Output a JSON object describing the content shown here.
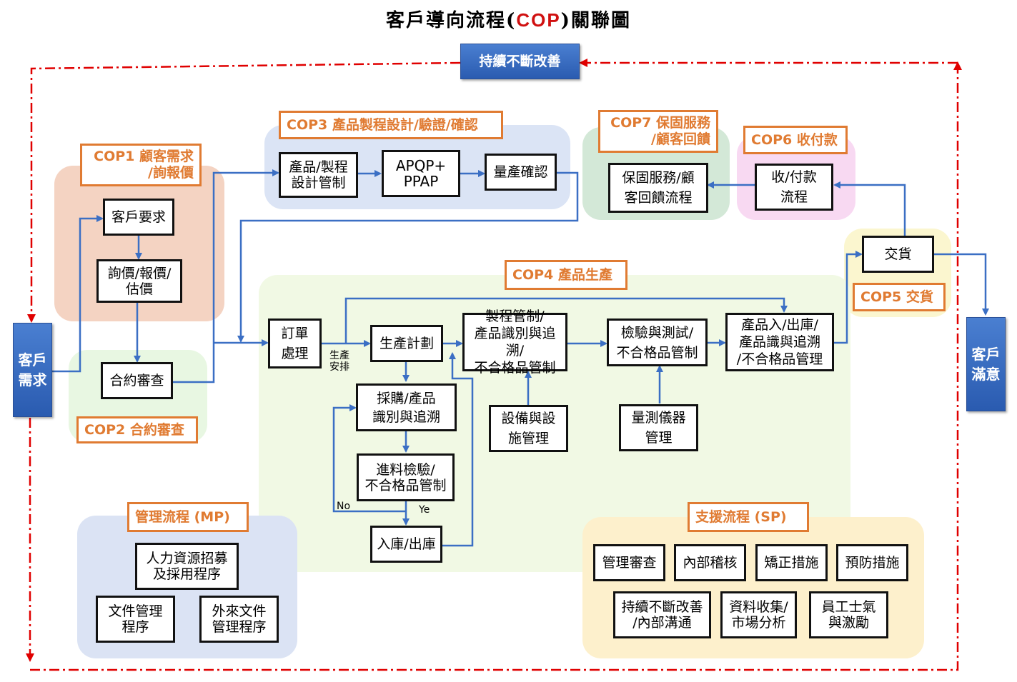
{
  "title": {
    "prefix": "客戶導向流程(",
    "highlight": "COP",
    "suffix": ")關聯圖"
  },
  "colors": {
    "arrow_blue": "#3b6fc4",
    "loop_red": "#e00000",
    "label_orange": "#e07b32"
  },
  "improvement_banner": "持續不斷改善",
  "customer_need": "客戶\n需求",
  "customer_satisfaction": "客戶\n滿意",
  "cop1": {
    "label": "COP1 顧客需求\n/詢報價",
    "request": "客戶要求",
    "quote": "詢價/報價/\n估價"
  },
  "cop2": {
    "label": "COP2 合約審查",
    "review": "合約審查"
  },
  "cop3": {
    "label": "COP3 產品製程設計/驗證/確認",
    "design": "產品/製程\n設計管制",
    "apqp": "APQP+\nPPAP",
    "confirm": "量產確認"
  },
  "cop4": {
    "label": "COP4 產品生產",
    "order": "訂單\n處理",
    "schedule_note": "生產\n安排",
    "plan": "生產計劃",
    "purchase": "採購/產品\n識別與追溯",
    "incoming": "進料檢驗/\n不合格品管制",
    "no_label": "No",
    "yes_label": "Ye",
    "warehouse": "入庫/出庫",
    "process": "製程管制/\n產品識別與追溯/\n不合格品管制",
    "equipment": "設備與設\n施管理",
    "inspection": "檢驗與測試/\n不合格品管制",
    "instruments": "量測儀器\n管理",
    "storage": "產品入/出庫/\n產品識與追溯\n/不合格品管理"
  },
  "cop5": {
    "label": "COP5 交貨",
    "delivery": "交貨"
  },
  "cop6": {
    "label": "COP6 收付款",
    "payment": "收/付款\n流程"
  },
  "cop7": {
    "label": "COP7 保固服務\n/顧客回饋",
    "warranty": "保固服務/顧\n客回饋流程"
  },
  "mp": {
    "label": "管理流程 (MP)",
    "hr": "人力資源招募\n及採用程序",
    "doc": "文件管理\n程序",
    "external": "外來文件\n管理程序"
  },
  "sp": {
    "label": "支援流程 (SP)",
    "items": [
      "管理審查",
      "內部稽核",
      "矯正措施",
      "預防措施",
      "持續不斷改善\n/內部溝通",
      "資料收集/\n市場分析",
      "員工士氣\n與激勵"
    ]
  }
}
